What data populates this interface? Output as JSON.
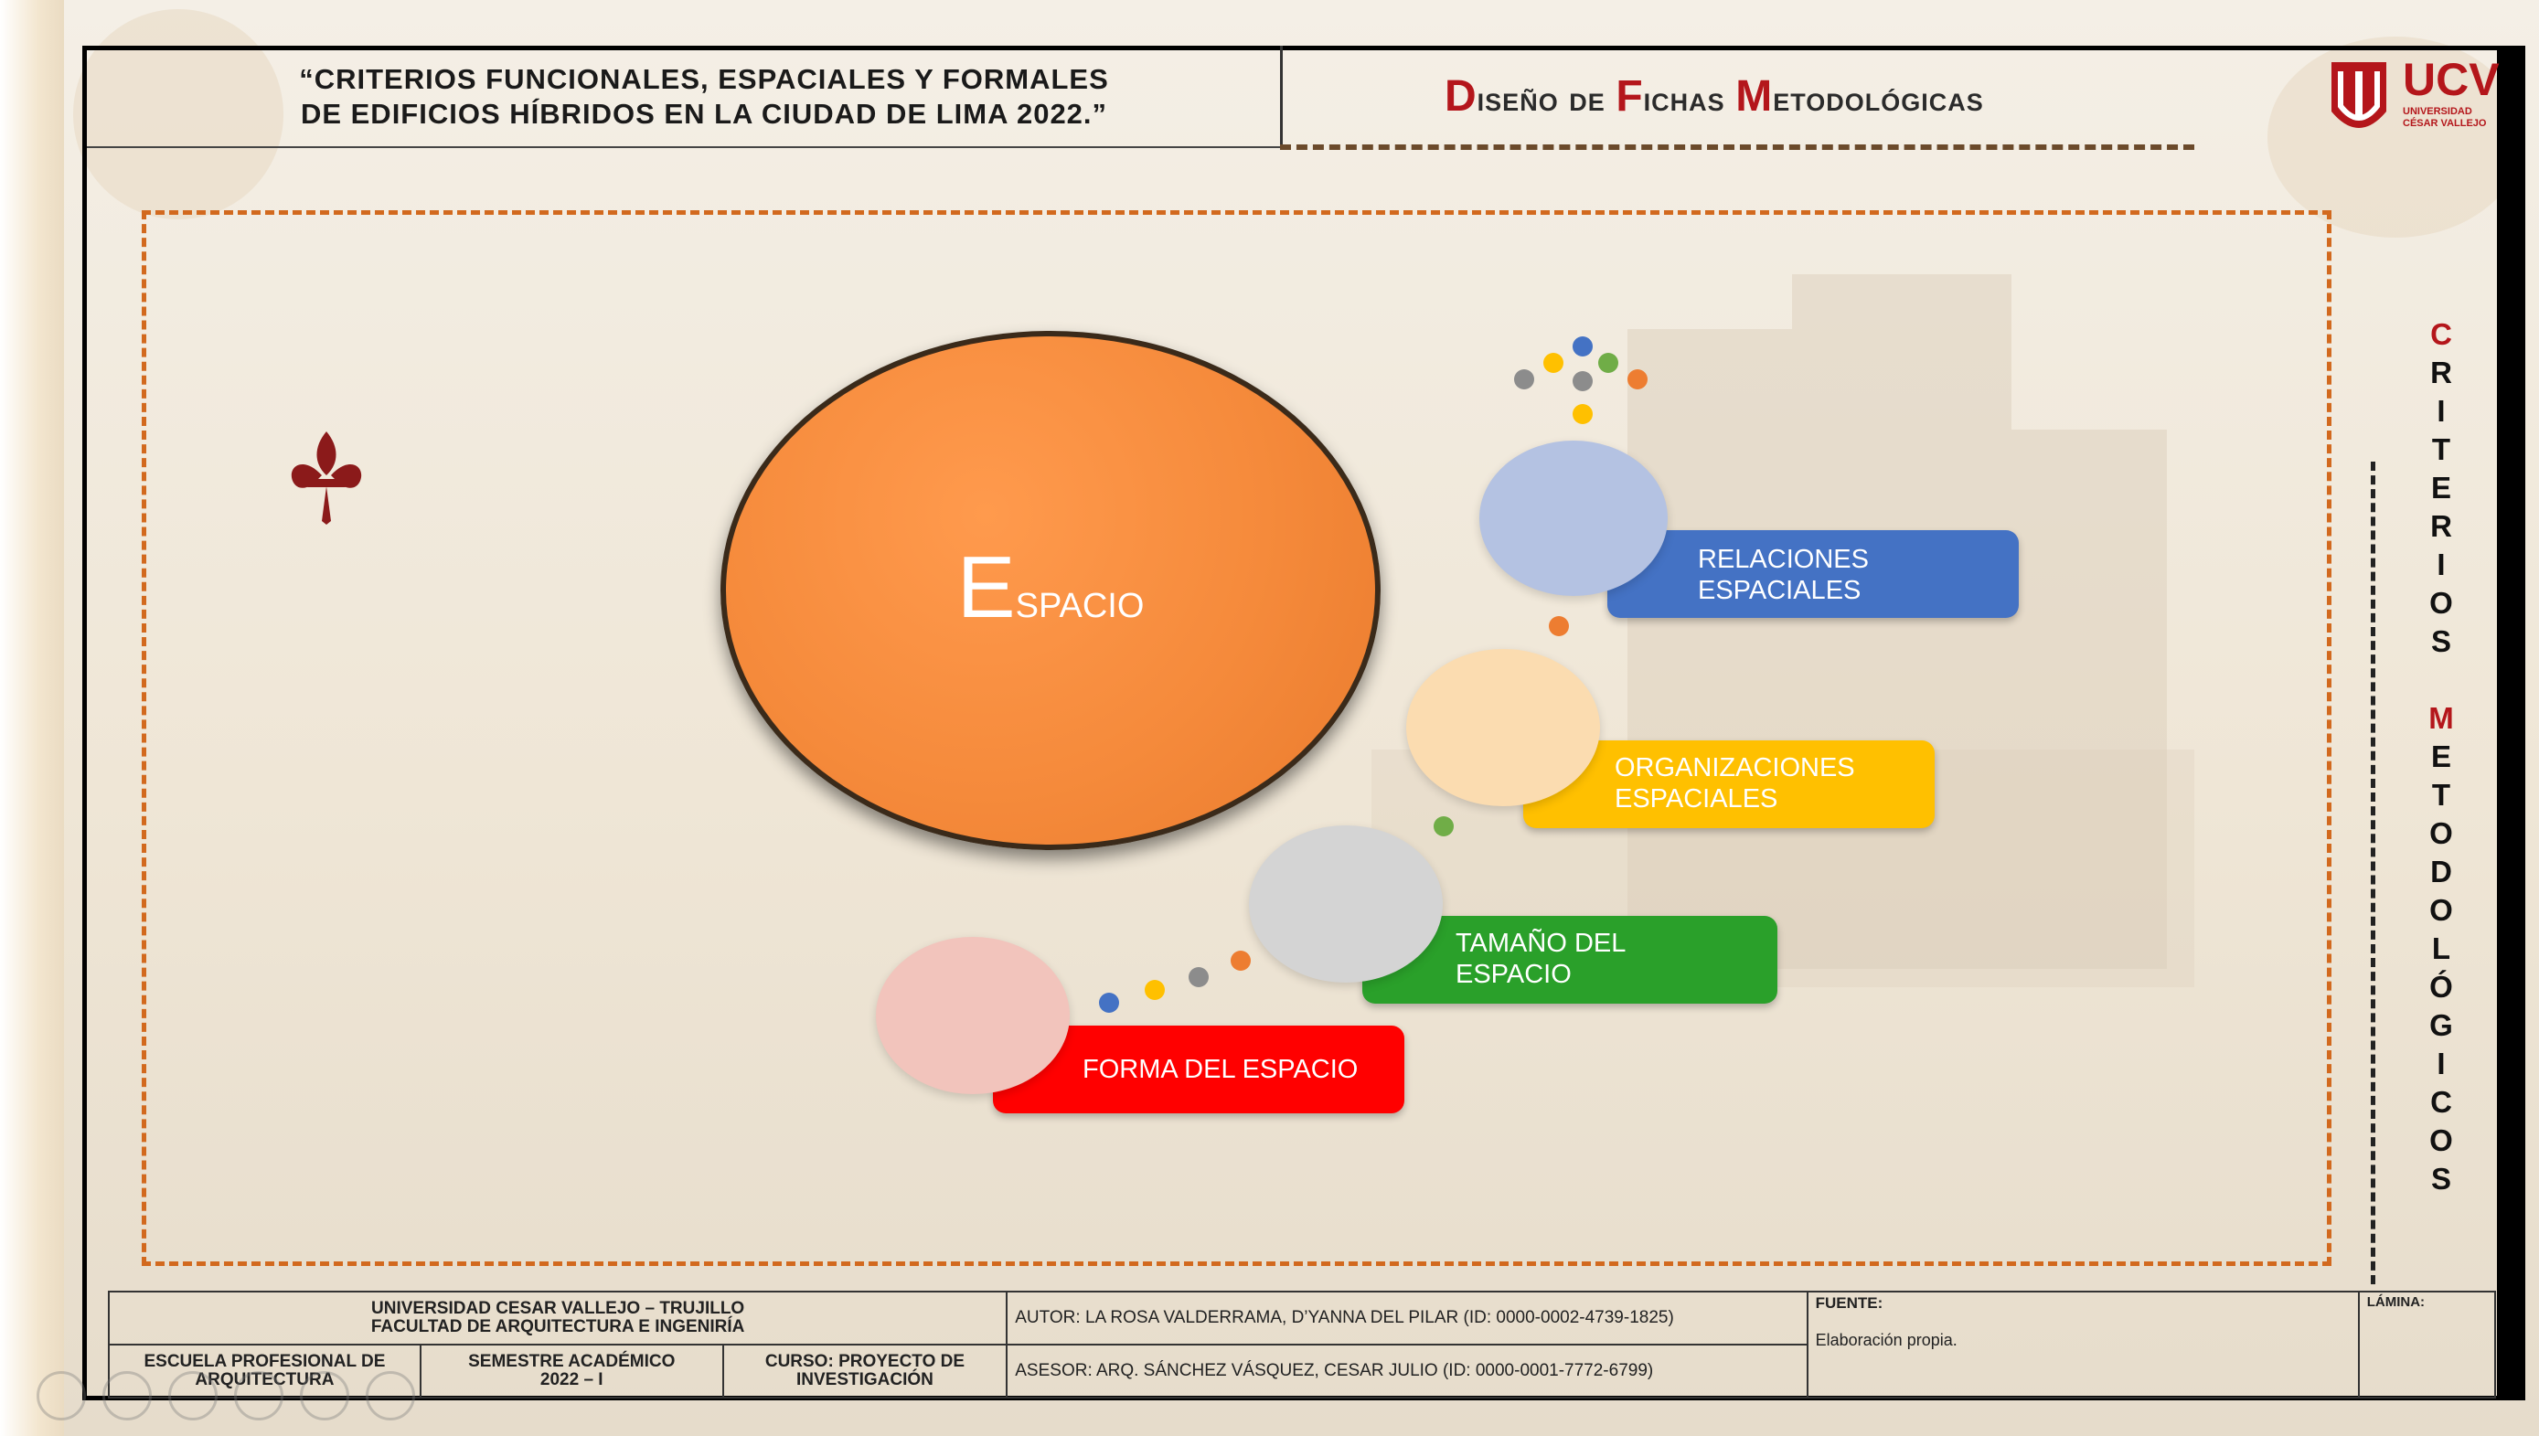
{
  "header": {
    "title_line1": "“CRITERIOS FUNCIONALES, ESPACIALES Y FORMALES",
    "title_line2": "DE EDIFICIOS HÍBRIDOS EN LA CIUDAD DE LIMA 2022.”",
    "subtitle_parts": [
      {
        "cap": "D",
        "rest": "iseño de "
      },
      {
        "cap": "F",
        "rest": "ichas "
      },
      {
        "cap": "M",
        "rest": "etodológicas"
      }
    ],
    "logo_text": "UCV",
    "logo_sub1": "UNIVERSIDAD",
    "logo_sub2": "CÉSAR VALLEJO"
  },
  "side_vertical": {
    "word1": [
      "C",
      "R",
      "I",
      "T",
      "E",
      "R",
      "I",
      "O",
      "S"
    ],
    "word2": [
      "M",
      "E",
      "T",
      "O",
      "D",
      "O",
      "L",
      "Ó",
      "G",
      "I",
      "C",
      "O",
      "S"
    ]
  },
  "diagram": {
    "center_cap": "E",
    "center_rest": "spacio",
    "items": [
      {
        "label_line1": "RELACIONES",
        "label_line2": "ESPACIALES",
        "bar_color": "#4472c4",
        "circle_color": "#b4c2e2"
      },
      {
        "label_line1": "ORGANIZACIONES",
        "label_line2": "ESPACIALES",
        "bar_color": "#ffc000",
        "circle_color": "#fbdcb0"
      },
      {
        "label_line1": "TAMAÑO DEL",
        "label_line2": "ESPACIO",
        "bar_color": "#2aa02a",
        "circle_color": "#d4d4d4"
      },
      {
        "label_line1": "FORMA DEL ESPACIO",
        "label_line2": "",
        "bar_color": "#ff0000",
        "circle_color": "#f2c4bc"
      }
    ],
    "dot_colors": {
      "blue": "#4472c4",
      "gray": "#8c8c8c",
      "yellow": "#ffc000",
      "green": "#70ad47",
      "orange": "#ed7d31"
    }
  },
  "footer": {
    "university": "UNIVERSIDAD CESAR VALLEJO  –  TRUJILLO",
    "faculty": "FACULTAD DE ARQUITECTURA E INGENIRÍA",
    "school": "ESCUELA PROFESIONAL DE ARQUITECTURA",
    "semester_l1": "SEMESTRE ACADÉMICO",
    "semester_l2": "2022 – I",
    "course_l1": "CURSO: PROYECTO DE",
    "course_l2": "INVESTIGACIÓN",
    "author": "AUTOR: LA ROSA VALDERRAMA, D’YANNA DEL PILAR (ID: 0000-0002-4739-1825)",
    "advisor": "ASESOR: ARQ. SÁNCHEZ VÁSQUEZ, CESAR JULIO (ID: 0000-0001-7772-6799)",
    "source_label": "FUENTE:",
    "source_value": "Elaboración propia.",
    "sheet_label": "LÁMINA:"
  }
}
